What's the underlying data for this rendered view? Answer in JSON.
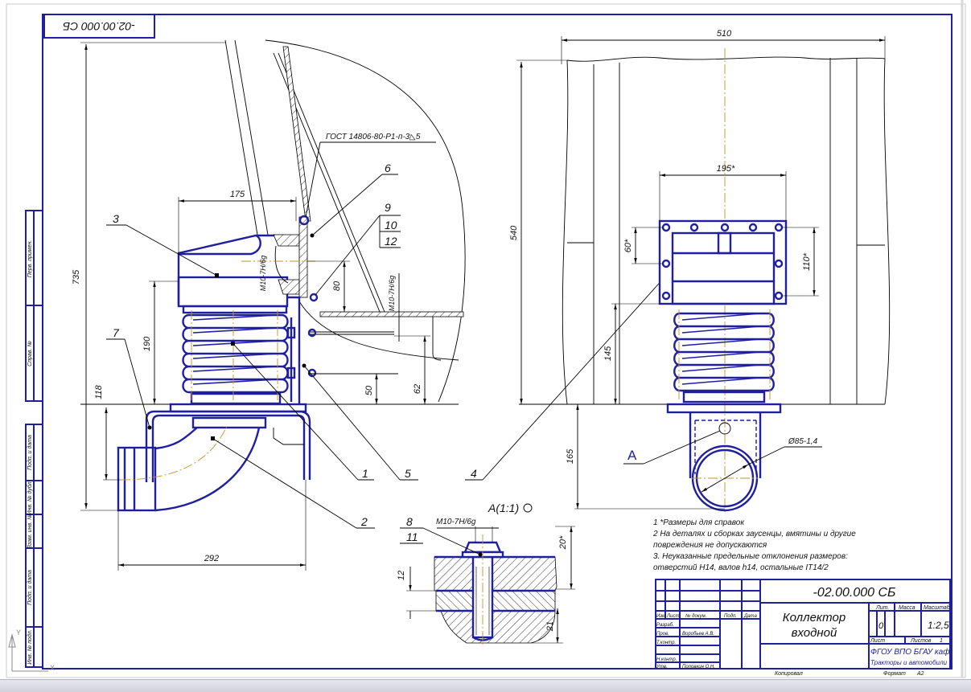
{
  "drawing": {
    "designation": "-02.00.000 СБ",
    "designation_mirrored": "-02.00.000 СБ",
    "title_line1": "Коллектор",
    "title_line2": "входной",
    "colors": {
      "outline": "#1f1fa0",
      "thin": "#000000",
      "centerline": "#c8902a"
    }
  },
  "left_view": {
    "gost_note": "ГОСТ 14806-80-Р1-п-3◺5",
    "thread_1": "M10-7H/6g",
    "thread_2": "M10-7H/6g",
    "dims": {
      "d735": "735",
      "d175": "175",
      "d190": "190",
      "d118": "118",
      "d80": "80",
      "d50": "50",
      "d62": "62",
      "d292": "292"
    },
    "callouts": {
      "c1": "1",
      "c2": "2",
      "c3": "3",
      "c4": "4",
      "c5": "5",
      "c6": "6",
      "c7": "7",
      "c9": "9",
      "c10": "10",
      "c12": "12"
    }
  },
  "right_view": {
    "dims": {
      "d510": "510",
      "d540": "540",
      "d195": "195*",
      "d60": "60*",
      "d110": "110*",
      "d145": "145",
      "d165": "165",
      "d85": "Ø85-1,4"
    },
    "view_marker": "A"
  },
  "detail_a": {
    "title": "A(1:1)",
    "thread": "M10-7H/6g",
    "callout_top": "8",
    "callout_bottom": "11",
    "dims": {
      "d20": "20*",
      "d12": "12",
      "d21": "21"
    }
  },
  "notes": [
    "1  *Размеры для справок",
    "2  На деталях и сборках заусенцы, вмятины и другие",
    "повреждения не допускаются",
    "3. Неуказанные предельные отклонения размеров:",
    " отверстий H14, валов h14, остальные IT14/2"
  ],
  "title_block": {
    "header": {
      "izm": "Изм",
      "list": "Лист",
      "doc": "№ докум.",
      "sign": "Подп.",
      "date": "Дата"
    },
    "roles": {
      "razrab": "Разраб.",
      "prov": "Пров.",
      "tkontr": "Т.контр.",
      "nkontr": "Н.контр.",
      "utv": "Утв."
    },
    "names": {
      "prov": "Воробьев А.В.",
      "utv": "Поповкин О.Н."
    },
    "lit_label": "Лит.",
    "mass_label": "Масса",
    "scale_label": "Масштаб",
    "lit_value": "0",
    "scale_value": "1:2,5",
    "sheet_label": "Лист",
    "sheets_label": "Листов",
    "sheets_value": "1",
    "org_line1": "ФГОУ ВПО БГАУ каф.",
    "org_line2": "Тракторы и автомобили",
    "copied": "Копировал",
    "format_label": "Формат",
    "format_value": "А2"
  },
  "side_stamp": {
    "upper": [
      "Перв. примен.",
      "Справ. №"
    ],
    "lower": [
      "Подп. и дата",
      "Инв. № дубл.",
      "Взам. инв. №",
      "Подп. и дата",
      "Инв. № подл."
    ]
  },
  "ucs": {
    "y_axis": "Y",
    "x_axis": "X"
  }
}
